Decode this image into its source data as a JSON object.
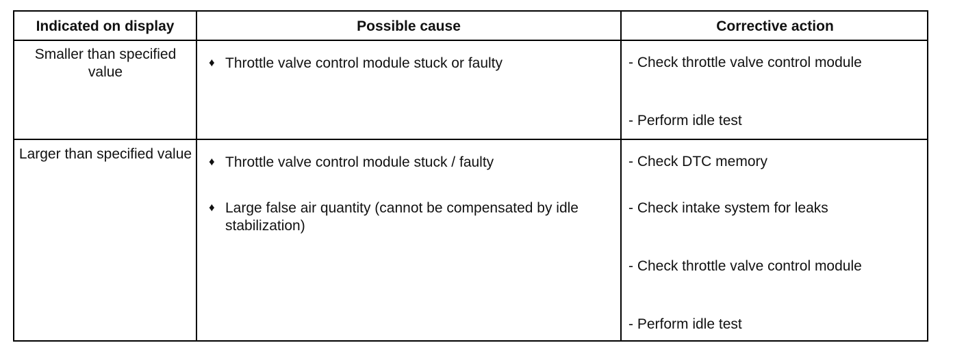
{
  "table": {
    "headers": {
      "col1": "Indicated on display",
      "col2": "Possible cause",
      "col3": "Corrective action"
    },
    "bullet_symbol": "♦",
    "rows": [
      {
        "indicated": "Smaller than specified value",
        "causes": [
          "Throttle valve control module stuck or faulty"
        ],
        "actions": [
          "- Check throttle valve control module",
          "- Perform idle test"
        ]
      },
      {
        "indicated": "Larger than specified value",
        "causes": [
          "Throttle valve control module stuck / faulty",
          "Large false air quantity (cannot be compensated by idle stabilization)"
        ],
        "actions": [
          "- Check DTC memory",
          "- Check intake system for leaks",
          "- Check throttle valve control module",
          "- Perform idle test"
        ]
      }
    ]
  }
}
